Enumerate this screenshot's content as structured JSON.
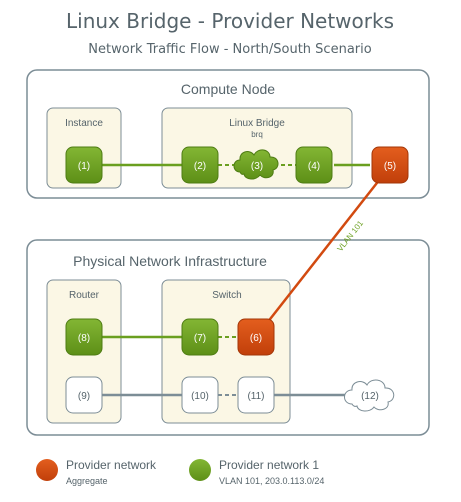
{
  "title": "Linux Bridge - Provider Networks",
  "subtitle": "Network Traffic Flow - North/South Scenario",
  "compute_node": {
    "label": "Compute Node",
    "instance_label": "Instance",
    "bridge_label": "Linux Bridge",
    "bridge_sublabel": "brq"
  },
  "physical": {
    "label": "Physical Network Infrastructure",
    "router_label": "Router",
    "switch_label": "Switch"
  },
  "nodes": {
    "n1": "(1)",
    "n2": "(2)",
    "n3": "(3)",
    "n4": "(4)",
    "n5": "(5)",
    "n6": "(6)",
    "n7": "(7)",
    "n8": "(8)",
    "n9": "(9)",
    "n10": "(10)",
    "n11": "(11)",
    "n12": "(12)"
  },
  "vlan_label": "VLAN 101",
  "legend": {
    "provider_aggregate": {
      "title": "Provider network",
      "subtitle": "Aggregate"
    },
    "provider_1": {
      "title": "Provider network 1",
      "subtitle": "VLAN 101, 203.0.113.0/24"
    }
  },
  "colors": {
    "green": "#6a9f1f",
    "orange": "#d24a10",
    "box_fill": "#fbf7e5",
    "outline": "#7c8d96",
    "text": "#56646b"
  }
}
